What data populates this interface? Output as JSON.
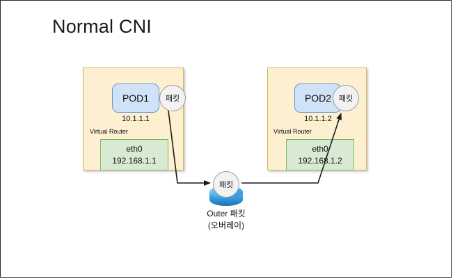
{
  "page": {
    "title": "Normal CNI"
  },
  "nodes": [
    {
      "id": "node-left",
      "pod_label": "POD1",
      "pod_ip": "10.1.1.1",
      "router_label": "Virtual Router",
      "interface_name": "eth0",
      "interface_ip": "192.168.1.1",
      "packet_label": "패킷"
    },
    {
      "id": "node-right",
      "pod_label": "POD2",
      "pod_ip": "10.1.1.2",
      "router_label": "Virtual Router",
      "interface_name": "eth0",
      "interface_ip": "192.168.1.2",
      "packet_label": "패킷"
    }
  ],
  "center": {
    "packet_label": "패킷",
    "caption_line1": "Outer 패킷",
    "caption_line2": "(오버레이)",
    "icon_name": "router-icon"
  },
  "colors": {
    "node_fill": "#FDF0D0",
    "node_stroke": "#D6B656",
    "pod_fill": "#CFE2F7",
    "pod_stroke": "#7098C4",
    "eth_fill": "#D9EAD3",
    "eth_stroke": "#82B366",
    "packet_fill": "#F2F2F2",
    "packet_stroke": "#9A9A9A",
    "router_blue": "#3DA2E0",
    "connector": "#1A1A1A",
    "frame": "#2B2B2B"
  }
}
